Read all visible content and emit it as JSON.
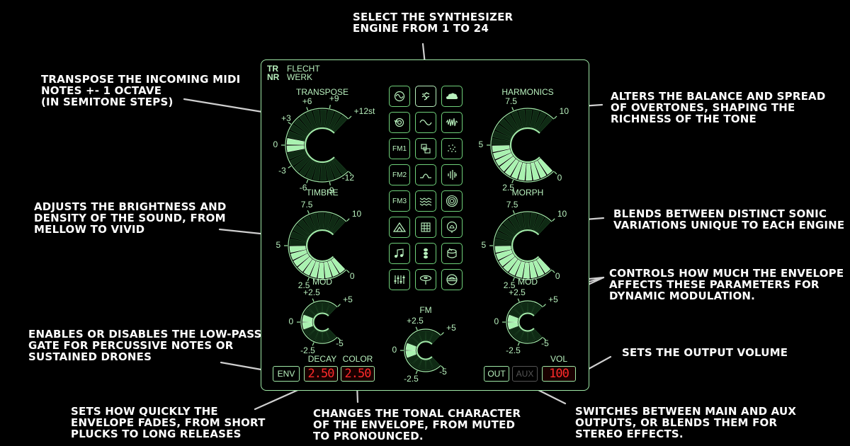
{
  "colors": {
    "accent": "#9fe8a6",
    "accent_bright": "#c8ffcc",
    "led": "#ff2a2a",
    "annotation": "#ffffff"
  },
  "logo": {
    "line1": "TR",
    "line2": "NR"
  },
  "brand": {
    "line1": "FLECHT",
    "line2": "WERK"
  },
  "knobs": {
    "transpose": {
      "label": "TRANSPOSE",
      "ticks": [
        "-12",
        "-9",
        "-6",
        "-3",
        "0",
        "+3",
        "+6",
        "+9",
        "+12st"
      ],
      "value": 0.5
    },
    "timbre": {
      "label": "TIMBRE",
      "ticks": [
        "0",
        "2.5",
        "5",
        "7.5",
        "10"
      ],
      "value": 0.5
    },
    "harmonics": {
      "label": "HARMONICS",
      "ticks": [
        "0",
        "2.5",
        "5",
        "7.5",
        "10"
      ],
      "value": 0.5
    },
    "morph": {
      "label": "MORPH",
      "ticks": [
        "0",
        "2.5",
        "5",
        "7.5",
        "10"
      ],
      "value": 0.5
    },
    "mod_left": {
      "label": "MOD",
      "ticks": [
        "-5",
        "-2.5",
        "0",
        "+2.5",
        "+5"
      ],
      "value": 0.5
    },
    "mod_right": {
      "label": "MOD",
      "ticks": [
        "-5",
        "-2.5",
        "0",
        "+2.5",
        "+5"
      ],
      "value": 0.5
    },
    "fm": {
      "label": "FM",
      "ticks": [
        "-5",
        "-2.5",
        "0",
        "+2.5",
        "+5"
      ],
      "value": 0.5
    }
  },
  "engines": [
    {
      "icon": "sine-wave-icon"
    },
    {
      "icon": "selected-wave-icon"
    },
    {
      "icon": "cloud-icon"
    },
    {
      "icon": "loop-icon"
    },
    {
      "icon": "wave-icon"
    },
    {
      "icon": "noise-icon"
    },
    {
      "icon": "text",
      "label": "FM1"
    },
    {
      "icon": "grain-icon"
    },
    {
      "icon": "particles-icon"
    },
    {
      "icon": "text",
      "label": "FM2"
    },
    {
      "icon": "bump-icon"
    },
    {
      "icon": "bars-icon"
    },
    {
      "icon": "text",
      "label": "FM3"
    },
    {
      "icon": "ripple-icon"
    },
    {
      "icon": "rings-icon"
    },
    {
      "icon": "mountain-icon"
    },
    {
      "icon": "grid-icon"
    },
    {
      "icon": "bell-icon"
    },
    {
      "icon": "notes-icon"
    },
    {
      "icon": "chord-icon"
    },
    {
      "icon": "drum-icon"
    },
    {
      "icon": "sliders-icon"
    },
    {
      "icon": "cymbal-icon"
    },
    {
      "icon": "hihat-icon"
    }
  ],
  "bottom": {
    "env": "ENV",
    "decay_label": "DECAY",
    "decay_value": "2.50",
    "color_label": "COLOR",
    "color_value": "2.50",
    "out": "OUT",
    "aux": "AUX",
    "vol_label": "VOL",
    "vol_value": "100"
  },
  "annotations": {
    "engine": "SELECT THE SYNTHESIZER\nENGINE FROM 1 TO 24",
    "transpose": "TRANSPOSE THE INCOMING MIDI\nNOTES +- 1 OCTAVE\n(IN SEMITONE STEPS)",
    "harmonics": "ALTERS THE BALANCE AND SPREAD\nOF OVERTONES, SHAPING THE\nRICHNESS OF THE TONE",
    "timbre": "ADJUSTS THE BRIGHTNESS AND\nDENSITY OF THE SOUND, FROM\nMELLOW TO VIVID",
    "morph": "BLENDS BETWEEN DISTINCT SONIC\nVARIATIONS UNIQUE TO EACH ENGINE",
    "mod": "CONTROLS HOW MUCH THE ENVELOPE\nAFFECTS THESE PARAMETERS FOR\nDYNAMIC MODULATION.",
    "env": "ENABLES OR DISABLES THE LOW-PASS\nGATE FOR PERCUSSIVE NOTES OR\nSUSTAINED DRONES",
    "vol": "SETS THE OUTPUT VOLUME",
    "decay": "SETS HOW QUICKLY THE\nENVELOPE FADES, FROM SHORT\nPLUCKS TO LONG RELEASES",
    "color": "CHANGES THE TONAL CHARACTER\nOF THE ENVELOPE, FROM MUTED\nTO PRONOUNCED.",
    "out": "SWITCHES BETWEEN MAIN AND AUX\nOUTPUTS, OR BLENDS THEM FOR\nSTEREO EFFECTS."
  }
}
